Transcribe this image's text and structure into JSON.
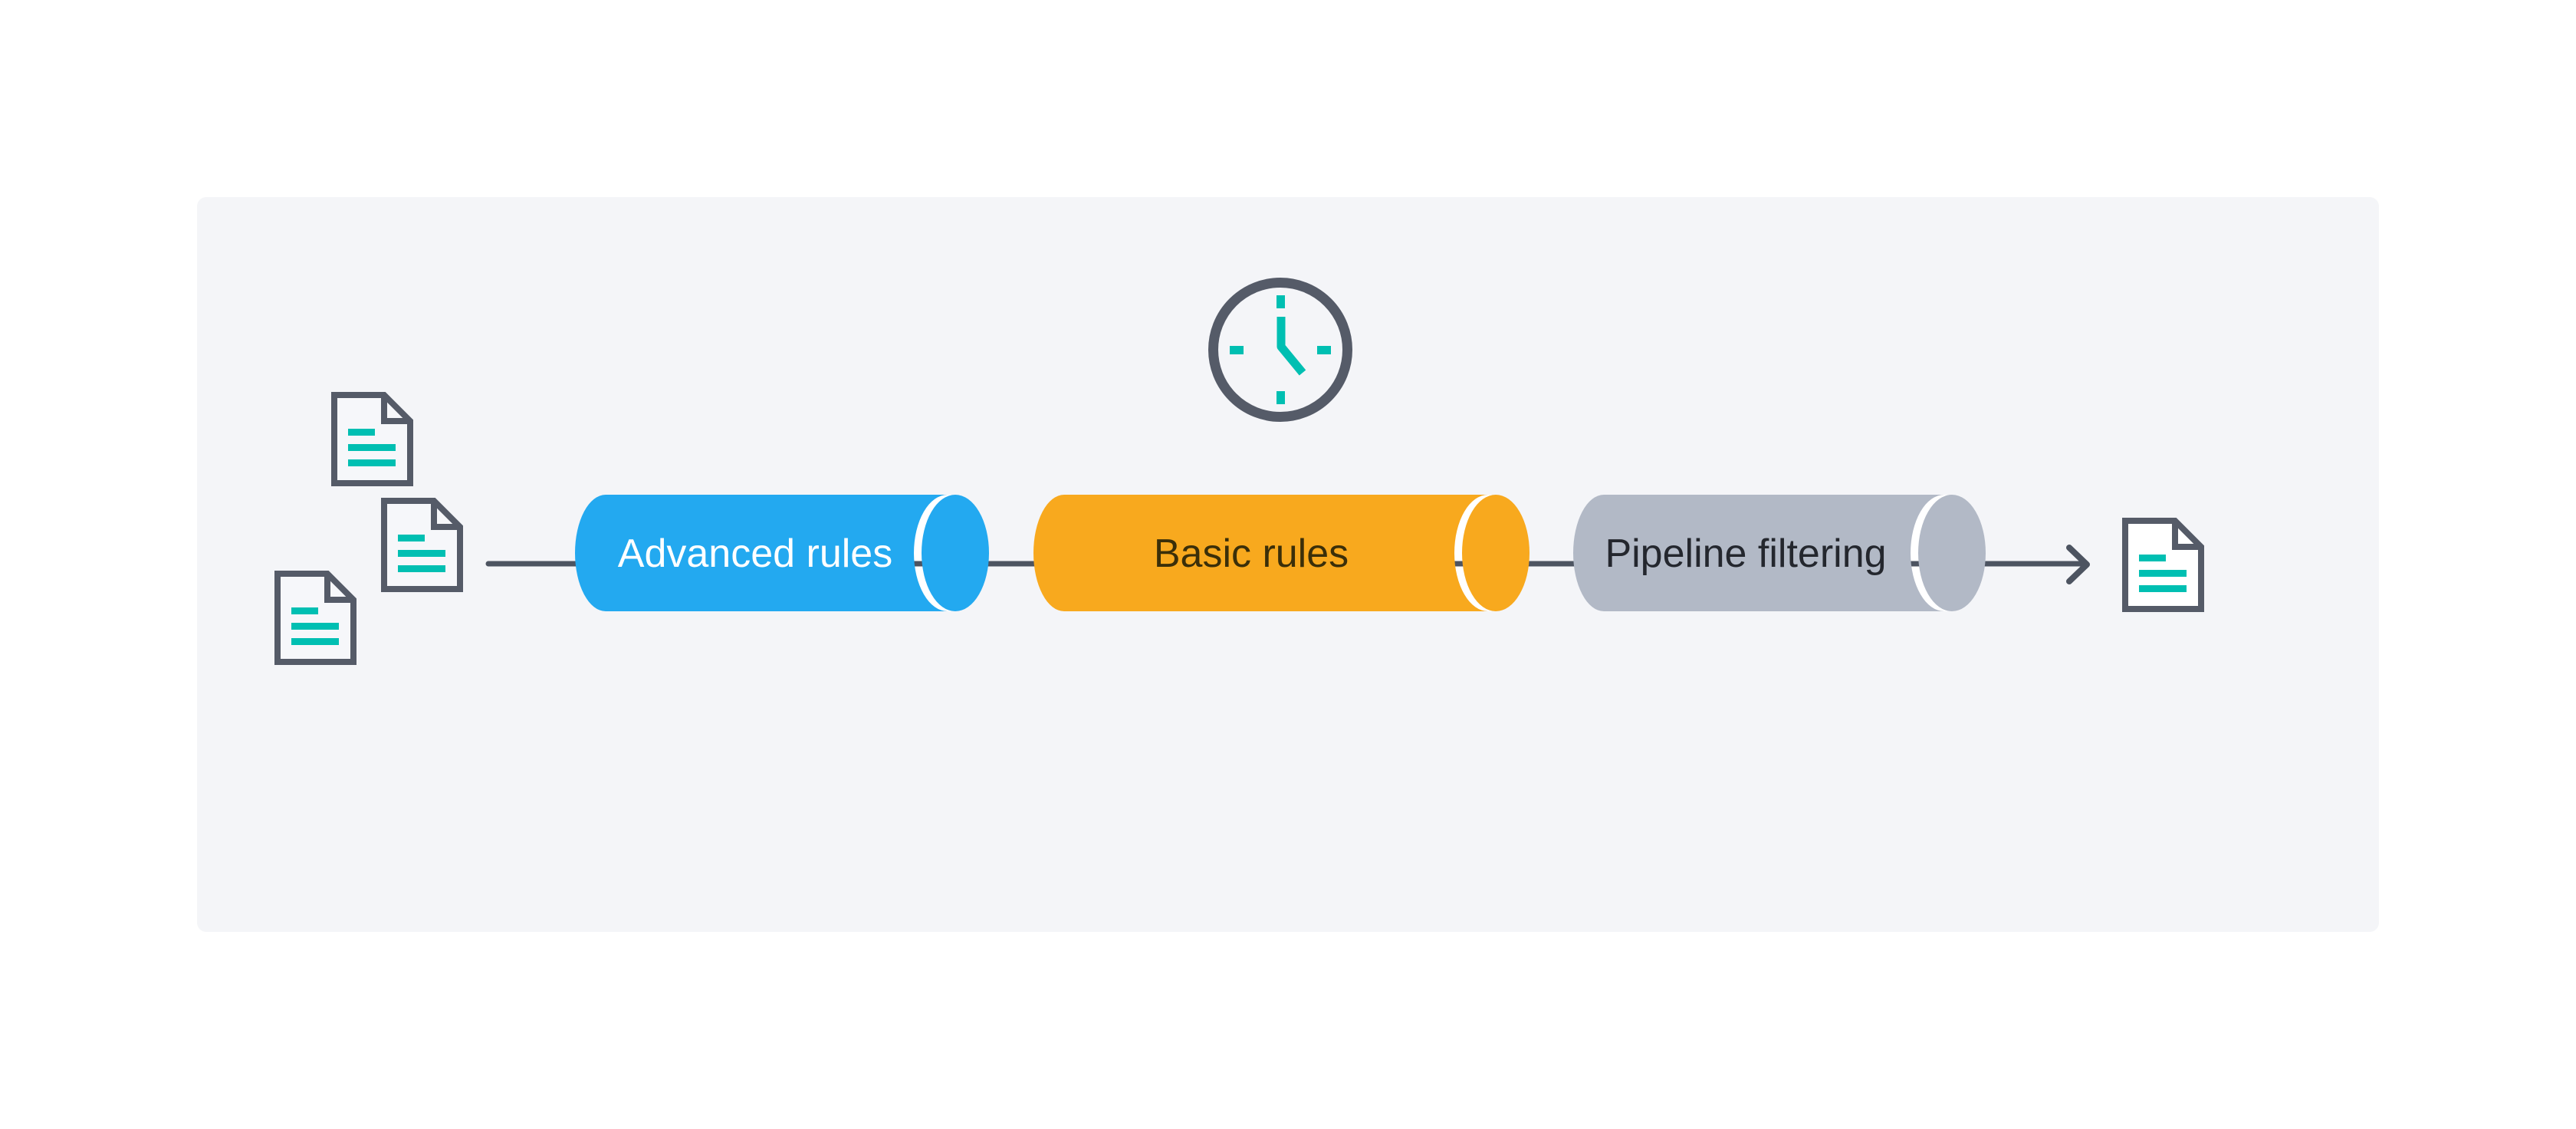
{
  "page": {
    "background": "#ffffff"
  },
  "panel": {
    "background": "#f4f5f8"
  },
  "flow": {
    "line_color": "#4d5461",
    "separator_color": "#ffffff",
    "stages": [
      {
        "label": "Advanced rules",
        "fill": "#23a9f0",
        "text_color": "#ffffff"
      },
      {
        "label": "Basic rules",
        "fill": "#f8a91e",
        "text_color": "#3b2f09"
      },
      {
        "label": "Pipeline filtering",
        "fill": "#b2b9c6",
        "text_color": "#24272e"
      }
    ]
  },
  "icons": {
    "outline_color": "#555b68",
    "accent_color": "#00bfb2",
    "input_document_fill": "#f6f7fa",
    "output_document_fill": "#ffffff",
    "input_document_count": 3,
    "output_document_count": 1,
    "clock": "clock-icon",
    "document": "document-icon",
    "arrow": "arrow-right-icon"
  }
}
